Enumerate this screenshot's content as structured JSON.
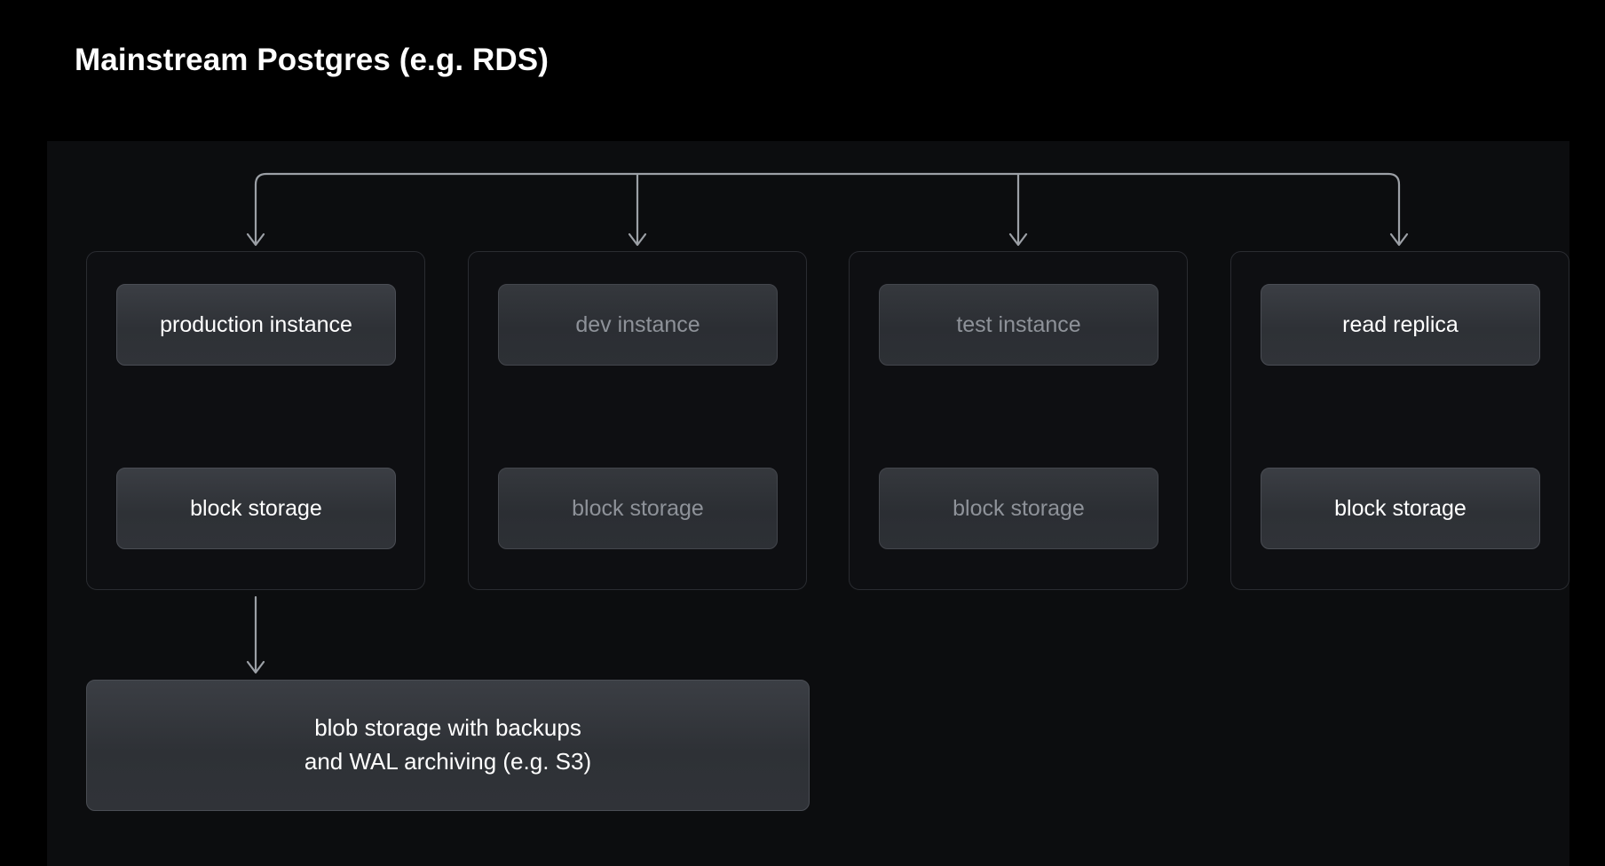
{
  "title": "Mainstream Postgres (e.g. RDS)",
  "colors": {
    "page_background": "#000000",
    "panel_background": "#0c0d0f",
    "group_border": "#2a2c31",
    "node_border": "#4a4d54",
    "node_fill_top": "#3b3e44",
    "node_fill_bottom": "#303338",
    "text_active": "#ffffff",
    "text_dimmed": "#8e9299",
    "connector": "#9ca0a6"
  },
  "diagram": {
    "type": "architecture-tree",
    "groups": [
      {
        "id": "production",
        "state": "active",
        "instance_label": "production instance",
        "storage_label": "block storage",
        "link": "bidirectional"
      },
      {
        "id": "dev",
        "state": "dimmed",
        "instance_label": "dev instance",
        "storage_label": "block storage",
        "link": "bidirectional"
      },
      {
        "id": "test",
        "state": "dimmed",
        "instance_label": "test instance",
        "storage_label": "block storage",
        "link": "bidirectional"
      },
      {
        "id": "read-replica",
        "state": "active",
        "instance_label": "read replica",
        "storage_label": "block storage",
        "link": "bidirectional"
      }
    ],
    "blob": {
      "id": "blob-storage",
      "state": "active",
      "line1": "blob storage with backups",
      "line2": "and WAL archiving (e.g. S3)",
      "source_group": "production"
    }
  }
}
